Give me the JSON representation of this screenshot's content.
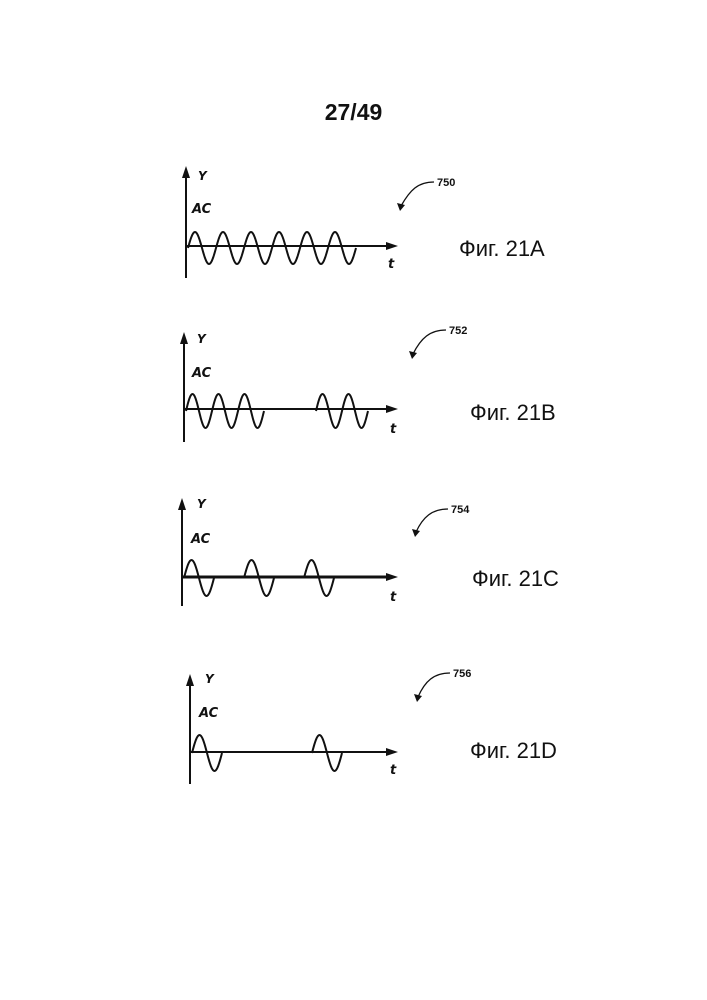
{
  "page_number": "27/49",
  "figures": [
    {
      "id": "21A",
      "caption": "Фиг. 21A",
      "ref": "750",
      "y_label": "Y",
      "ac_label": "AC",
      "t_label": "t",
      "waveform": "continuous sine, 6 cycles"
    },
    {
      "id": "21B",
      "caption": "Фиг. 21B",
      "ref": "752",
      "y_label": "Y",
      "ac_label": "AC",
      "t_label": "t",
      "waveform": "3 cycles, gap, 2 cycles"
    },
    {
      "id": "21C",
      "caption": "Фиг. 21C",
      "ref": "754",
      "y_label": "Y",
      "ac_label": "AC",
      "t_label": "t",
      "waveform": "3 single cycles separated by gaps"
    },
    {
      "id": "21D",
      "caption": "Фиг. 21D",
      "ref": "756",
      "y_label": "Y",
      "ac_label": "AC",
      "t_label": "t",
      "waveform": "2 single cycles separated by a long gap"
    }
  ]
}
